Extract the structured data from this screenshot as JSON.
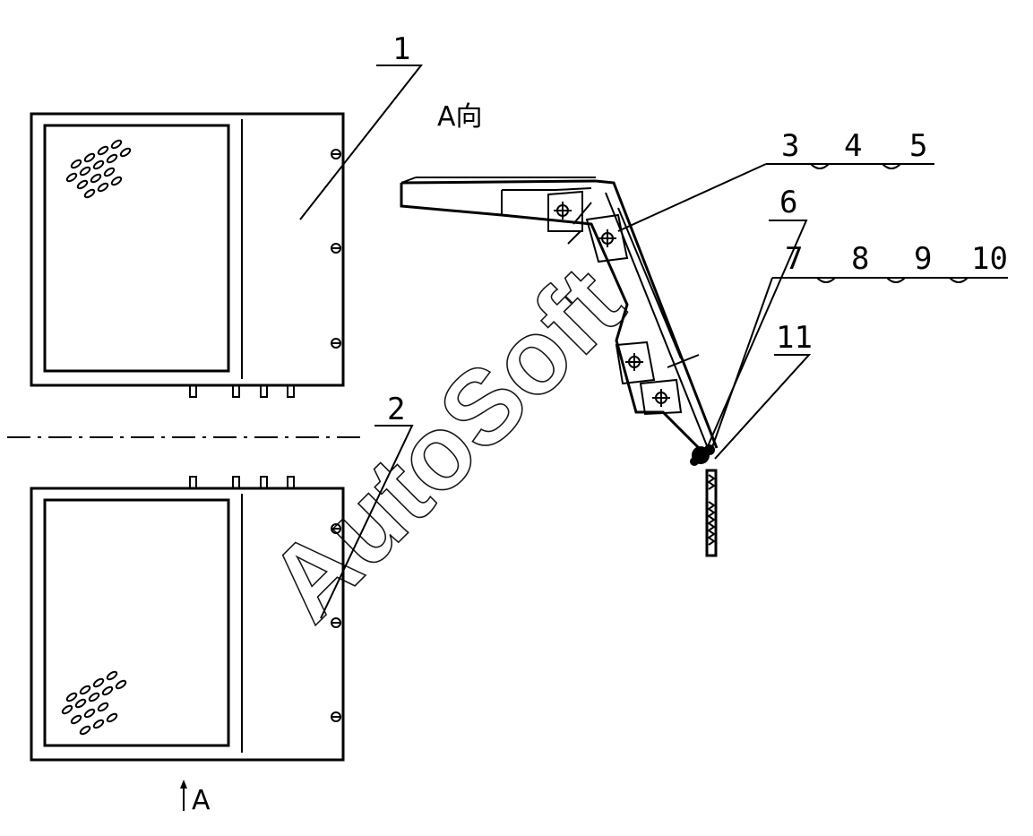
{
  "callouts": {
    "c1": "1",
    "c2": "2",
    "c3": "3",
    "c4": "4",
    "c5": "5",
    "c6": "6",
    "c7": "7",
    "c8": "8",
    "c9": "9",
    "c10": "10",
    "c11": "11"
  },
  "view_label_top": "A向",
  "view_label_bottom": "A",
  "watermark": "AutoSoft"
}
